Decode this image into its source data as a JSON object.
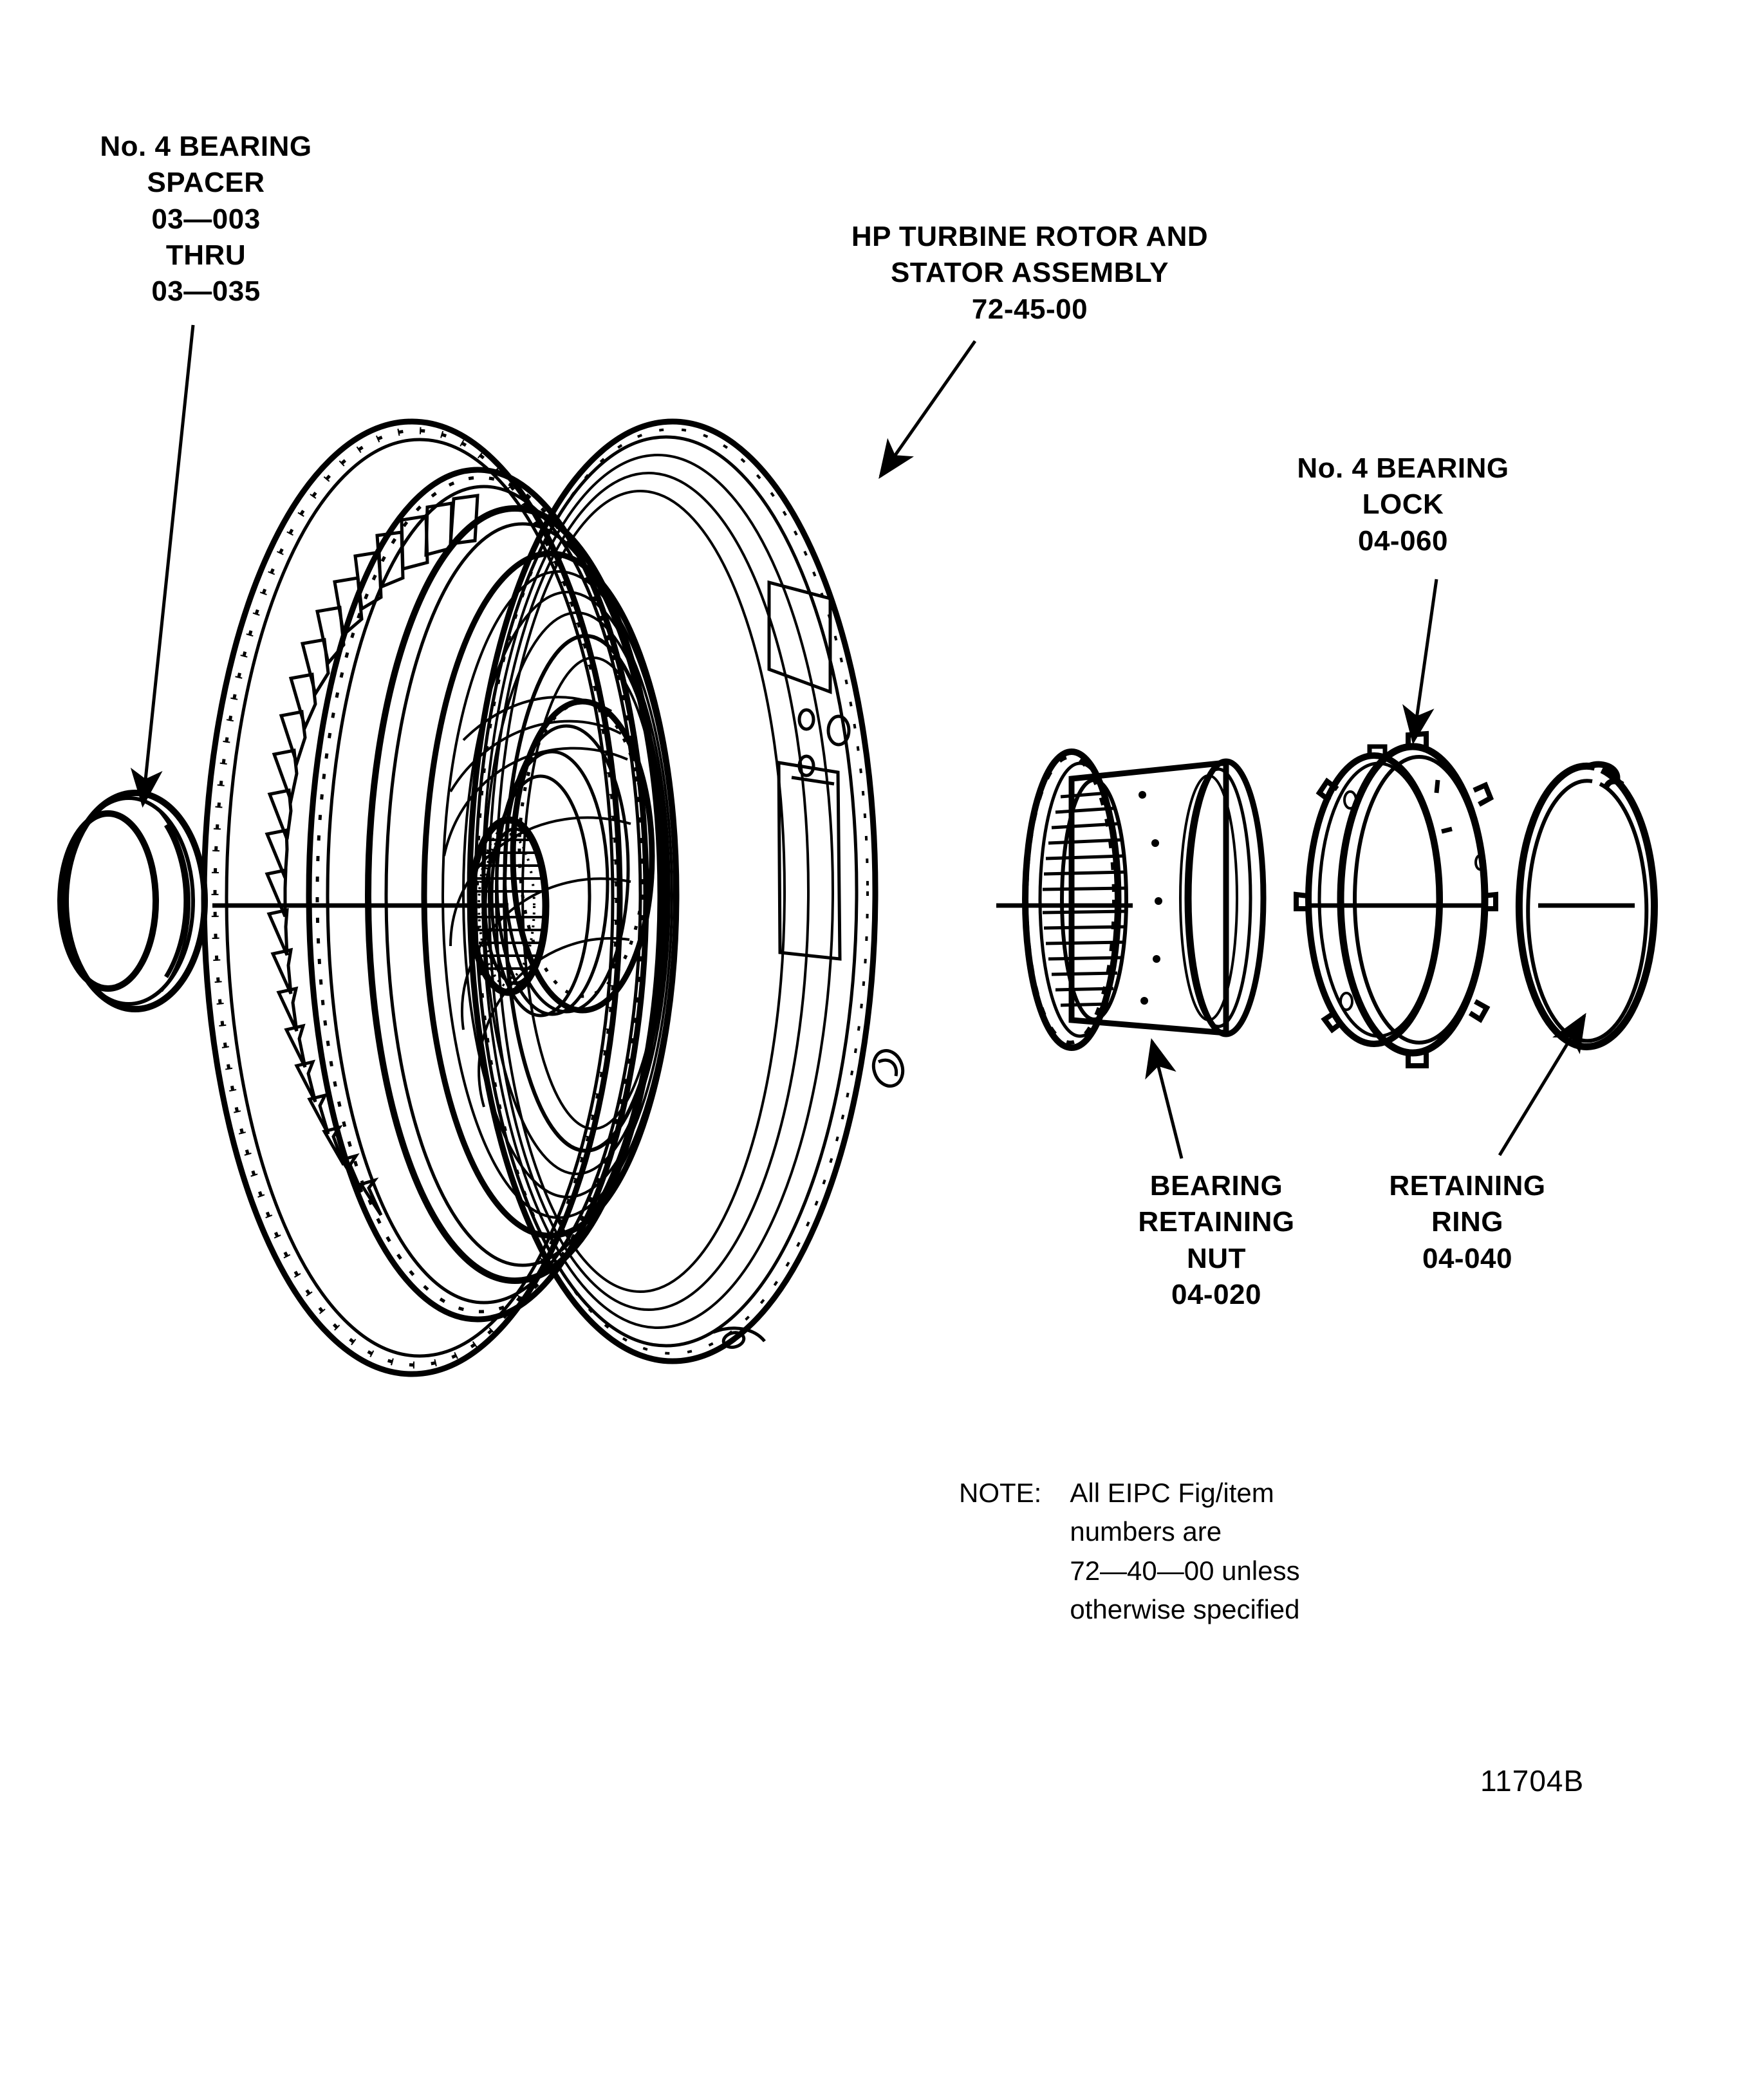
{
  "figure": {
    "number": "11704B",
    "subject": "HP turbine rotor exploded assembly diagram"
  },
  "callouts": {
    "spacer": {
      "name": "No. 4 bearing spacer callout",
      "text": "No. 4 BEARING\nSPACER\n03—003\nTHRU\n03—035",
      "line1": "No. 4 BEARING",
      "line2": "SPACER",
      "line3": "03—003",
      "line4": "THRU",
      "line5": "03—035"
    },
    "hp_turbine": {
      "name": "HP turbine rotor and stator assembly callout",
      "text": "HP TURBINE ROTOR AND\nSTATOR ASSEMBLY\n72-45-00",
      "line1": "HP TURBINE ROTOR AND",
      "line2": "STATOR ASSEMBLY",
      "line3": "72-45-00"
    },
    "bearing_lock": {
      "name": "No. 4 bearing lock callout",
      "text": "No. 4 BEARING\nLOCK\n04-060",
      "line1": "No. 4 BEARING",
      "line2": "LOCK",
      "line3": "04-060"
    },
    "retaining_nut": {
      "name": "Bearing retaining nut callout",
      "text": "BEARING\nRETAINING\nNUT\n04-020",
      "line1": "BEARING",
      "line2": "RETAINING",
      "line3": "NUT",
      "line4": "04-020"
    },
    "retaining_ring": {
      "name": "Retaining ring callout",
      "text": "RETAINING\nRING\n04-040",
      "line1": "RETAINING",
      "line2": "RING",
      "line3": "04-040"
    }
  },
  "note": {
    "lead": "NOTE:",
    "body": "All EIPC Fig/item\nnumbers are\n72—40—00 unless\notherwise specified"
  },
  "colors": {
    "ink": "#000000",
    "paper": "#ffffff"
  }
}
